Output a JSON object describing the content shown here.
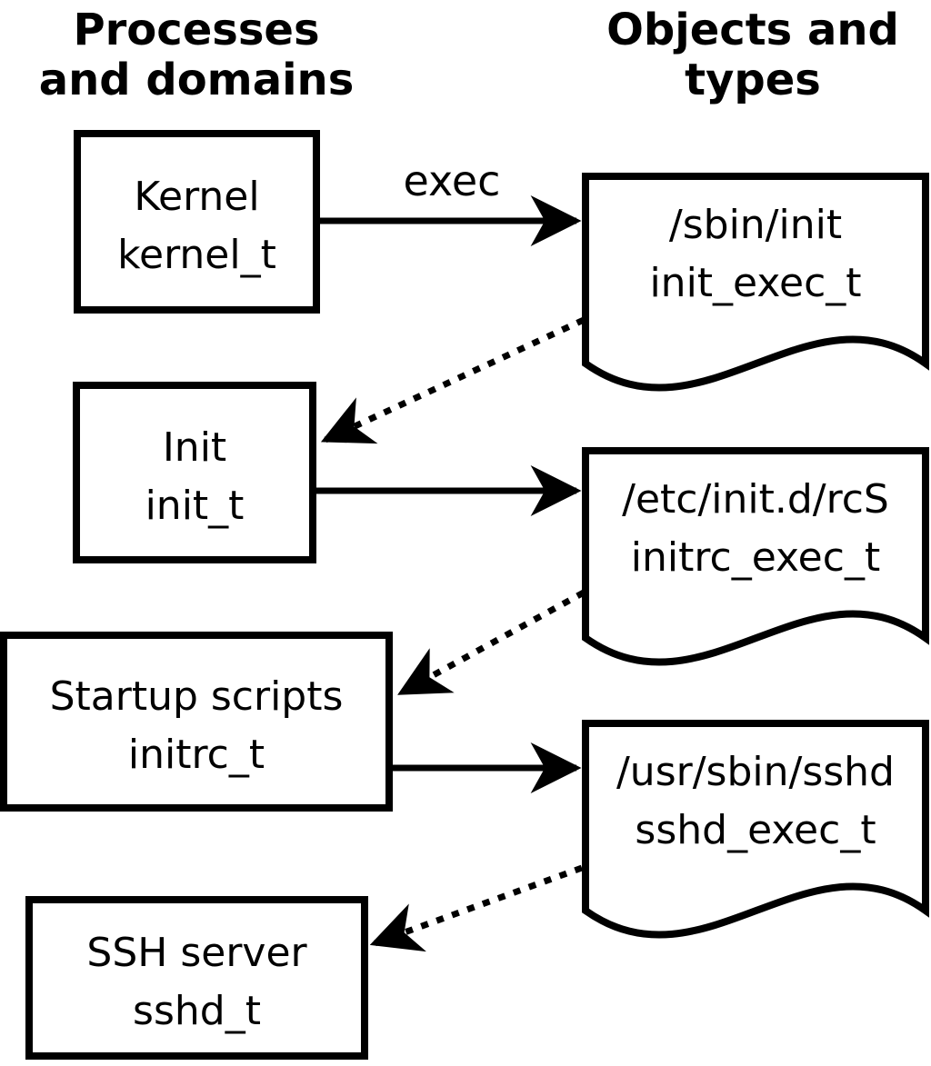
{
  "columns": {
    "left_header": "Processes and domains",
    "right_header": "Objects and types"
  },
  "processes": [
    {
      "name": "Kernel",
      "domain": "kernel_t"
    },
    {
      "name": "Init",
      "domain": "init_t"
    },
    {
      "name": "Startup scripts",
      "domain": "initrc_t"
    },
    {
      "name": "SSH server",
      "domain": "sshd_t"
    }
  ],
  "objects": [
    {
      "path": "/sbin/init",
      "type": "init_exec_t"
    },
    {
      "path": "/etc/init.d/rcS",
      "type": "initrc_exec_t"
    },
    {
      "path": "/usr/sbin/sshd",
      "type": "sshd_exec_t"
    }
  ],
  "arrows": {
    "exec_label": "exec"
  },
  "colors": {
    "stroke": "#000000",
    "background": "#ffffff"
  }
}
